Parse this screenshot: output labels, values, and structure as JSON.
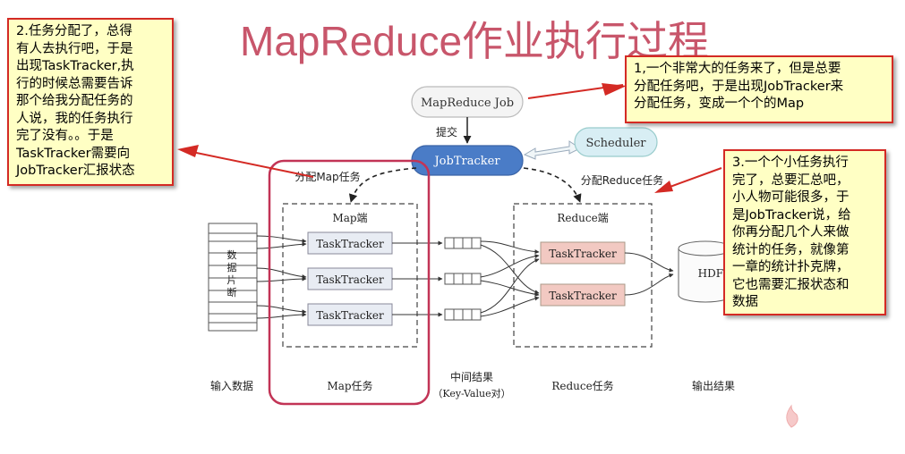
{
  "title": "MapReduce作业执行过程",
  "notes": {
    "note1": [
      "2.任务分配了，总得",
      "有人去执行吧，于是",
      "出现TaskTracker,执",
      "行的时候总需要告诉",
      "那个给我分配任务的",
      "人说，我的任务执行",
      "完了没有。。于是",
      "TaskTracker需要向",
      "JobTracker汇报状态"
    ],
    "note2": [
      "1,一个非常大的任务来了，但是总要",
      "分配任务吧，于是出现JobTracker来",
      "分配任务，变成一个个的Map"
    ],
    "note3": [
      "3.一个个小任务执行",
      "完了，总要汇总吧，",
      "小人物可能很多，于",
      "是JobTracker说，给",
      "你再分配几个人来做",
      "统计的任务，就像第",
      "一章的统计扑克牌，",
      "它也需要汇报状态和",
      "数据"
    ]
  },
  "diagram": {
    "job": "MapReduce Job",
    "submit": "提交",
    "jobtracker": "JobTracker",
    "scheduler": "Scheduler",
    "assign_map": "分配Map任务",
    "assign_reduce": "分配Reduce任务",
    "map_end": "Map端",
    "reduce_end": "Reduce端",
    "tasktracker": "TaskTracker",
    "data_chars": [
      "数",
      "据",
      "片",
      "断"
    ],
    "hdfs": "HDFS",
    "labels": {
      "input": "输入数据",
      "map_task": "Map任务",
      "intermediate": "中间结果",
      "kv": "（Key-Value对）",
      "reduce_task": "Reduce任务",
      "output": "输出结果"
    }
  },
  "colors": {
    "title": "#c8566b",
    "note_bg": "#ffffc4",
    "note_border": "#d42a24",
    "jobtracker": "#4a7cc7",
    "scheduler": "#d8eef4",
    "map_tt": "#e8ecf3",
    "reduce_tt": "#f2c9c2",
    "highlight": "#c23456"
  }
}
